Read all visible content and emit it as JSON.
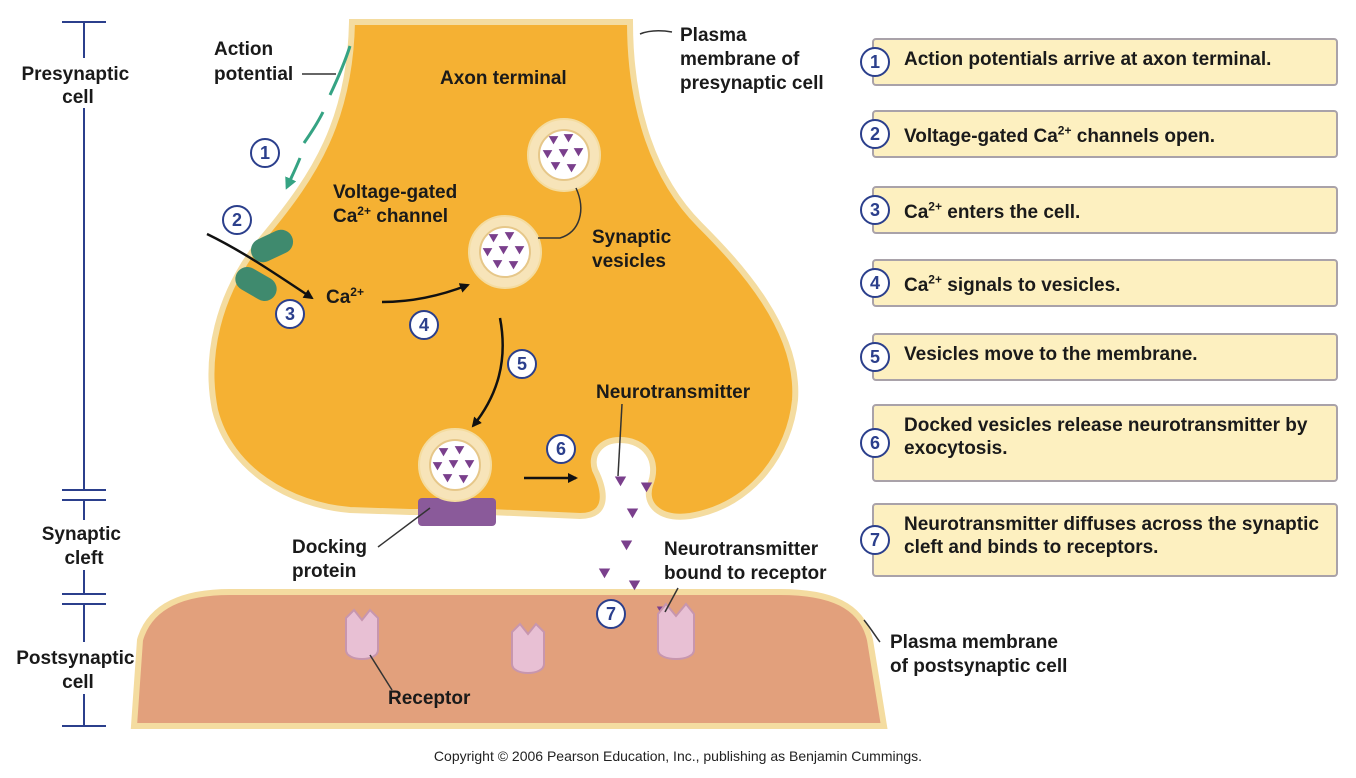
{
  "left_labels": {
    "presynaptic": "Presynaptic cell",
    "synaptic_cleft": "Synaptic cleft",
    "postsynaptic": "Postsynaptic cell"
  },
  "labels": {
    "action_potential": "Action potential",
    "axon_terminal": "Axon terminal",
    "plasma_membrane_pre": "Plasma membrane of presynaptic cell",
    "voltage_gated": "Voltage-gated",
    "channel": "channel",
    "ca_base": "Ca",
    "ca_sup": "2+",
    "synaptic_vesicles": "Synaptic vesicles",
    "neurotransmitter": "Neurotransmitter",
    "docking_protein": "Docking protein",
    "nt_bound": "Neurotransmitter bound to receptor",
    "plasma_membrane_post": "Plasma membrane of postsynaptic cell",
    "receptor": "Receptor"
  },
  "diagram_numbers": [
    "1",
    "2",
    "3",
    "4",
    "5",
    "6",
    "7"
  ],
  "steps": [
    {
      "num": "1",
      "text": "Action potentials arrive at axon terminal."
    },
    {
      "num": "2",
      "pre": "Voltage-gated Ca",
      "sup": "2+",
      "post": " channels open."
    },
    {
      "num": "3",
      "pre": "Ca",
      "sup": "2+",
      "post": " enters the cell."
    },
    {
      "num": "4",
      "pre": "Ca",
      "sup": "2+",
      "post": " signals to vesicles."
    },
    {
      "num": "5",
      "text": "Vesicles move to the membrane."
    },
    {
      "num": "6",
      "text": "Docked vesicles release neurotransmitter by exocytosis."
    },
    {
      "num": "7",
      "text": "Neurotransmitter diffuses across the synaptic cleft and binds to receptors."
    }
  ],
  "copyright": "Copyright © 2006 Pearson Education, Inc., publishing as Benjamin Cummings.",
  "colors": {
    "axon_fill": "#f5b133",
    "axon_edge": "#f4dca0",
    "post_fill": "#e2a07c",
    "vesicle_fill": "#f7e4b9",
    "neurotransmitter": "#7a3f8c",
    "channel": "#3f8a6e",
    "receptor": "#e8c0d4",
    "docking": "#8a5a9a",
    "number_blue": "#2b3f8c",
    "box_fill": "#fdf0c0",
    "action_arrow": "#35a383"
  }
}
